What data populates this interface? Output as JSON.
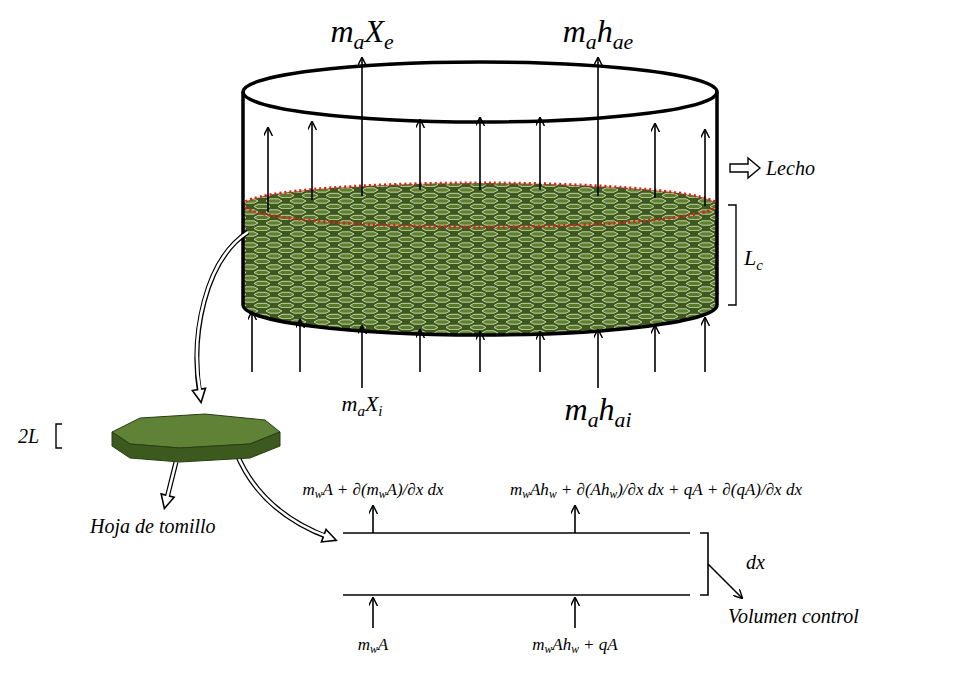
{
  "diagram": {
    "labels": [
      "maXe",
      "mahae",
      "Lecho",
      "Lc",
      "maXi",
      "mahai",
      "2L",
      "Hoja de tomillo",
      "mwA + ∂(mwA)/∂x dx",
      "mwAhw + ∂(Ahw)/∂x dx + qA + ∂(qA)/∂x dx",
      "dx",
      "mwA",
      "mwAhw + qA",
      "Volumen control"
    ]
  }
}
